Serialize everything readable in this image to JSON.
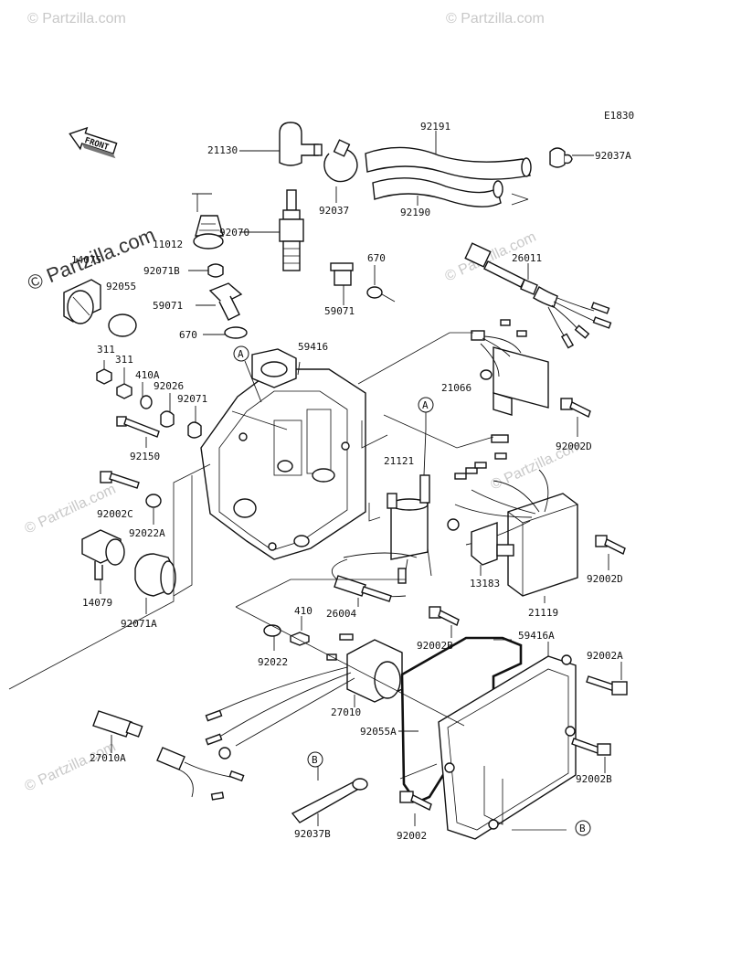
{
  "diagram_code": "E1830",
  "front_label": "FRONT",
  "watermark_text": "© Partzilla.com",
  "callouts": {
    "a": "A",
    "b": "B"
  },
  "colors": {
    "ink": "#111111",
    "watermark": "#c8c8c8",
    "background": "#ffffff"
  },
  "parts": [
    {
      "id": "p21130",
      "label": "21130"
    },
    {
      "id": "p92191",
      "label": "92191"
    },
    {
      "id": "p92037A",
      "label": "92037A"
    },
    {
      "id": "p92037",
      "label": "92037"
    },
    {
      "id": "p92190",
      "label": "92190"
    },
    {
      "id": "p11012",
      "label": "11012"
    },
    {
      "id": "p92070",
      "label": "92070"
    },
    {
      "id": "p14075",
      "label": "14075"
    },
    {
      "id": "p92071B",
      "label": "92071B"
    },
    {
      "id": "p670a",
      "label": "670"
    },
    {
      "id": "p26011",
      "label": "26011"
    },
    {
      "id": "p92055",
      "label": "92055"
    },
    {
      "id": "p59071a",
      "label": "59071"
    },
    {
      "id": "p59071b",
      "label": "59071"
    },
    {
      "id": "p670b",
      "label": "670"
    },
    {
      "id": "p311a",
      "label": "311"
    },
    {
      "id": "p311b",
      "label": "311"
    },
    {
      "id": "p59416",
      "label": "59416"
    },
    {
      "id": "p410A",
      "label": "410A"
    },
    {
      "id": "p92026",
      "label": "92026"
    },
    {
      "id": "p92071",
      "label": "92071"
    },
    {
      "id": "p21066",
      "label": "21066"
    },
    {
      "id": "p92002D_a",
      "label": "92002D"
    },
    {
      "id": "p92150",
      "label": "92150"
    },
    {
      "id": "p21121",
      "label": "21121"
    },
    {
      "id": "p92002C",
      "label": "92002C"
    },
    {
      "id": "p92022A",
      "label": "92022A"
    },
    {
      "id": "p92002D_b",
      "label": "92002D"
    },
    {
      "id": "p14079",
      "label": "14079"
    },
    {
      "id": "p13183",
      "label": "13183"
    },
    {
      "id": "p21119",
      "label": "21119"
    },
    {
      "id": "p92071A",
      "label": "92071A"
    },
    {
      "id": "p26004",
      "label": "26004"
    },
    {
      "id": "p410",
      "label": "410"
    },
    {
      "id": "p59416A",
      "label": "59416A"
    },
    {
      "id": "p92002B_a",
      "label": "92002B"
    },
    {
      "id": "p92022",
      "label": "92022"
    },
    {
      "id": "p92002A",
      "label": "92002A"
    },
    {
      "id": "p27010",
      "label": "27010"
    },
    {
      "id": "p92055A",
      "label": "92055A"
    },
    {
      "id": "p27010A",
      "label": "27010A"
    },
    {
      "id": "p92002B_b",
      "label": "92002B"
    },
    {
      "id": "p92002",
      "label": "92002"
    },
    {
      "id": "p92037B",
      "label": "92037B"
    }
  ]
}
